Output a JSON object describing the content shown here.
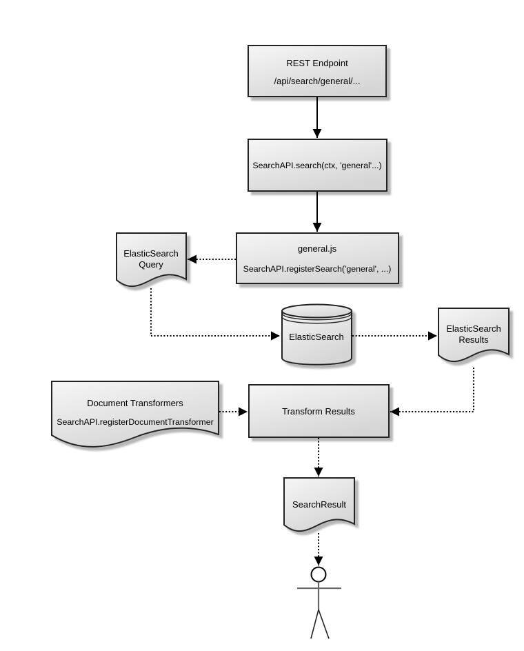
{
  "diagram": {
    "kind": "flowchart",
    "background": "#ffffff",
    "colors": {
      "node_fill_light": "#f5f5f5",
      "node_fill_dark": "#d7d7d7",
      "node_border": "#222222",
      "shadow": "#b0b0b0",
      "connector": "#000000",
      "actor_limb": "#666666"
    },
    "nodes": {
      "rest_endpoint": {
        "type": "process-box",
        "lines": [
          "REST Endpoint",
          "/api/search/general/..."
        ]
      },
      "search_api_search": {
        "type": "process-box",
        "lines": [
          "SearchAPI.search(ctx, 'general'...)"
        ]
      },
      "general_js": {
        "type": "process-box",
        "lines": [
          "general.js",
          "SearchAPI.registerSearch('general', ...)"
        ]
      },
      "elasticsearch_query": {
        "type": "document",
        "lines": [
          "ElasticSearch",
          "Query"
        ]
      },
      "elasticsearch_db": {
        "type": "database-cylinder",
        "lines": [
          "ElasticSearch"
        ]
      },
      "elasticsearch_results": {
        "type": "document",
        "lines": [
          "ElasticSearch",
          "Results"
        ]
      },
      "document_transformers": {
        "type": "document",
        "lines": [
          "Document Transformers",
          "SearchAPI.registerDocumentTransformer"
        ]
      },
      "transform_results": {
        "type": "process-box",
        "lines": [
          "Transform Results"
        ]
      },
      "search_result": {
        "type": "document",
        "lines": [
          "SearchResult"
        ]
      },
      "user_actor": {
        "type": "stick-figure",
        "lines": []
      }
    },
    "edges": [
      {
        "from": "rest_endpoint",
        "to": "search_api_search",
        "style": "solid"
      },
      {
        "from": "search_api_search",
        "to": "general_js",
        "style": "solid"
      },
      {
        "from": "general_js",
        "to": "elasticsearch_query",
        "style": "dotted"
      },
      {
        "from": "elasticsearch_query",
        "to": "elasticsearch_db",
        "style": "dotted"
      },
      {
        "from": "elasticsearch_db",
        "to": "elasticsearch_results",
        "style": "dotted"
      },
      {
        "from": "elasticsearch_results",
        "to": "transform_results",
        "style": "dotted"
      },
      {
        "from": "document_transformers",
        "to": "transform_results",
        "style": "dotted"
      },
      {
        "from": "transform_results",
        "to": "search_result",
        "style": "dotted"
      },
      {
        "from": "search_result",
        "to": "user_actor",
        "style": "dotted"
      }
    ]
  }
}
